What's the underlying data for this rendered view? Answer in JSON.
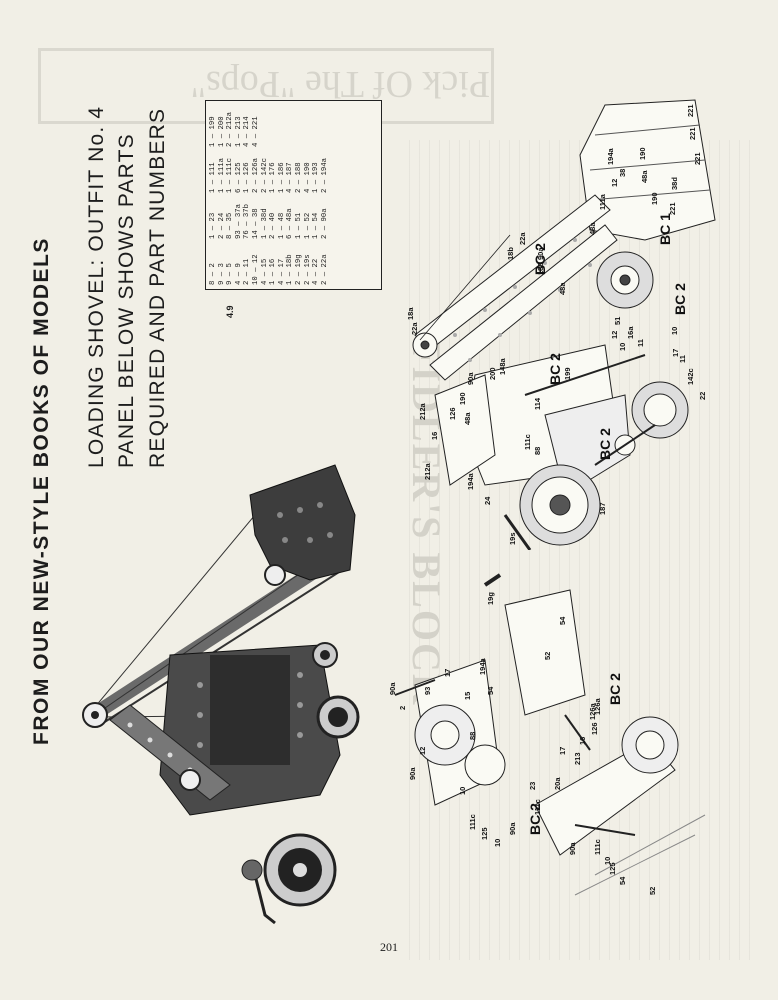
{
  "heading": "FROM OUR NEW-STYLE BOOKS OF MODELS",
  "subheading": {
    "line1": "LOADING SHOVEL: OUTFIT No. 4",
    "line2": "PANEL BELOW SHOWS PARTS",
    "line3": "REQUIRED AND PART NUMBERS"
  },
  "parts_table_label": "4.9",
  "parts_columns": [
    [
      "8 — 2",
      "9 — 3",
      "9 — 5",
      "4 — 9",
      "2 — 11",
      "10 — 12",
      "4 — 15",
      "1 — 16",
      "4 — 17",
      "1 — 18b",
      "2 — 19g",
      "2 — 19s",
      "4 — 22",
      "2 — 22a"
    ],
    [
      "1 — 23",
      "2 — 24",
      "8 — 35",
      "93 — 37a",
      "76 — 37b",
      "14 — 38",
      "1 — 38d",
      "2 — 40",
      "1 — 48",
      "6 — 48a",
      "1 — 51",
      "1 — 52",
      "1 — 54",
      "2 — 90a"
    ],
    [
      "1 — 111",
      "1 — 111a",
      "1 — 111c",
      "6 — 125",
      "1 — 126",
      "2 — 126a",
      "2 — 142c",
      "1 — 176",
      "1 — 186",
      "4 — 187",
      "2 — 188",
      "4 — 190",
      "1 — 193",
      "2 — 194a"
    ],
    [
      "1 — 199",
      "1 — 200",
      "2 — 212a",
      "1 — 213",
      "4 — 214",
      "4 — 221",
      "",
      "",
      "",
      "",
      "",
      "",
      "",
      ""
    ]
  ],
  "bc_labels": [
    "BC 2",
    "BC 2",
    "BC 1",
    "BC 2",
    "BC 2",
    "BC 2",
    "BC 2"
  ],
  "callouts_upper": [
    "221",
    "221",
    "221",
    "38d",
    "190",
    "190",
    "48a",
    "194a",
    "12",
    "38",
    "111a",
    "48a",
    "221",
    "18b",
    "22a",
    "90a",
    "186",
    "48a",
    "51",
    "10",
    "12",
    "16a",
    "11",
    "10",
    "17",
    "11",
    "142c",
    "22",
    "199",
    "114",
    "111c",
    "88",
    "187",
    "24",
    "19s",
    "194a",
    "16",
    "212a",
    "212a",
    "126",
    "190",
    "48a",
    "90a",
    "200",
    "148a",
    "18a",
    "22a"
  ],
  "callouts_lower": [
    "90a",
    "2",
    "93",
    "90a",
    "12",
    "17",
    "111c",
    "125",
    "10",
    "90a",
    "23",
    "111c",
    "20a",
    "213",
    "17",
    "16",
    "126",
    "126a",
    "52",
    "54",
    "19g",
    "126a",
    "54",
    "111c",
    "10",
    "125",
    "54",
    "52",
    "90a",
    "10",
    "194a",
    "15",
    "88"
  ],
  "ghost_text": {
    "title": "FIDLER'S BLOCK",
    "box": "Pick Of The \"Pops\""
  },
  "page_number": "201"
}
